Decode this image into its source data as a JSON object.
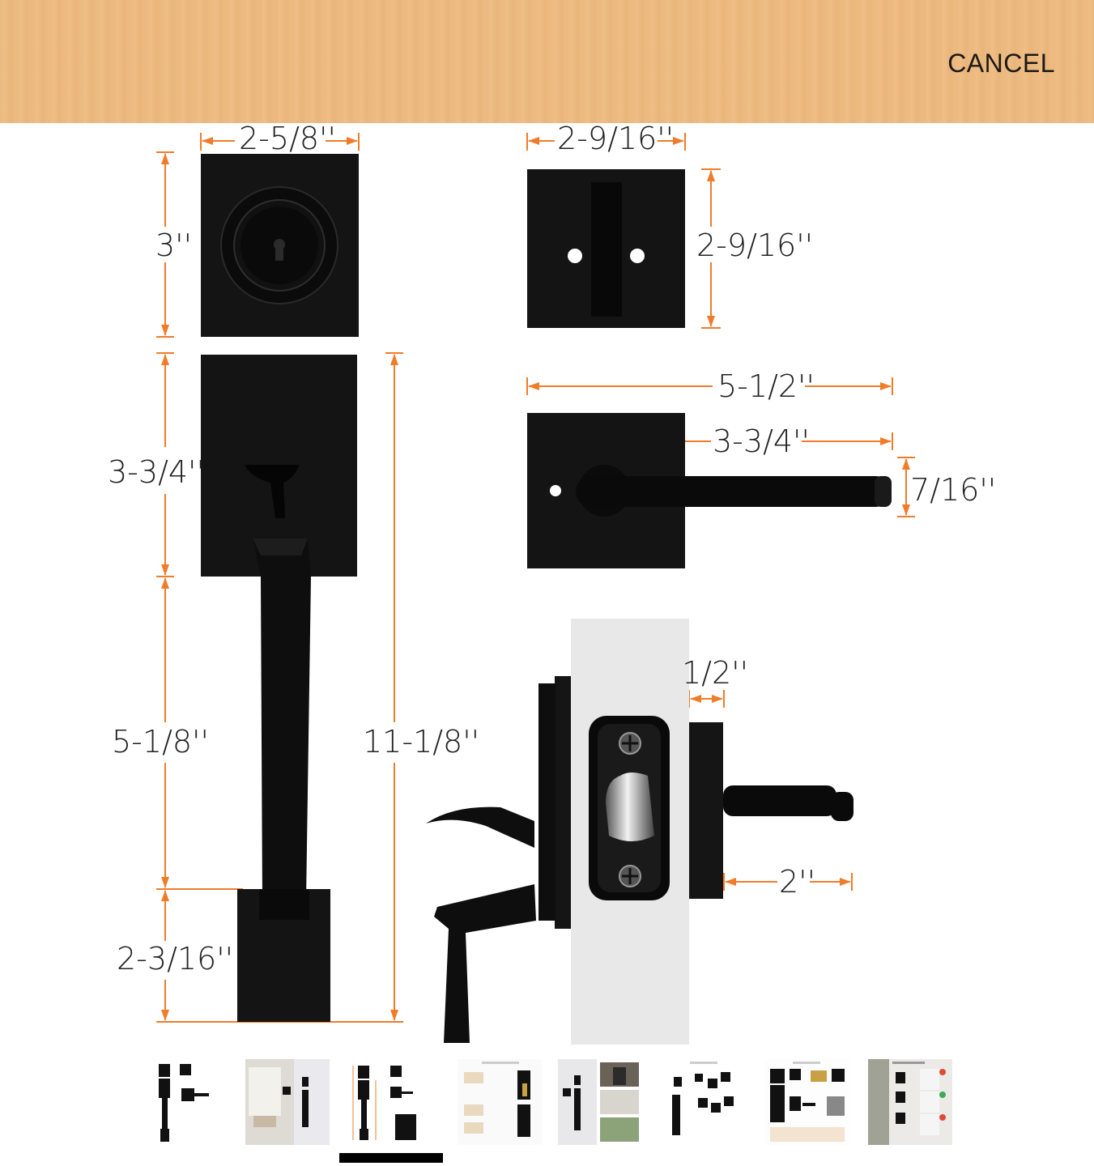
{
  "header": {
    "cancel_label": "CANCEL",
    "background_color": "#ecb97e"
  },
  "product_image": {
    "dimensions": {
      "deadbolt_width": "2-5/8''",
      "deadbolt_height": "3''",
      "thumbturn_width": "2-9/16''",
      "thumbturn_height": "2-9/16''",
      "lever_total": "5-1/2''",
      "lever_length": "3-3/4''",
      "lever_diameter": "7/16''",
      "grip_top": "3-3/4''",
      "grip_middle": "5-1/8''",
      "grip_bottom": "2-3/16''",
      "grip_total": "11-1/8''",
      "rose_depth": "1/2''",
      "lever_projection": "2''"
    },
    "accent_color": "#f07c2a",
    "hardware_color": "#111111"
  },
  "thumbnails": {
    "selected_index": 2,
    "items": [
      {
        "icon": "handleset-thumb"
      },
      {
        "icon": "room-scene-thumb"
      },
      {
        "icon": "dimensions-thumb"
      },
      {
        "icon": "adjustable-distance-thumb"
      },
      {
        "icon": "door-scenes-thumb"
      },
      {
        "icon": "easy-install-thumb"
      },
      {
        "icon": "package-list-thumb"
      },
      {
        "icon": "adjustable-distance-2-thumb"
      }
    ]
  }
}
